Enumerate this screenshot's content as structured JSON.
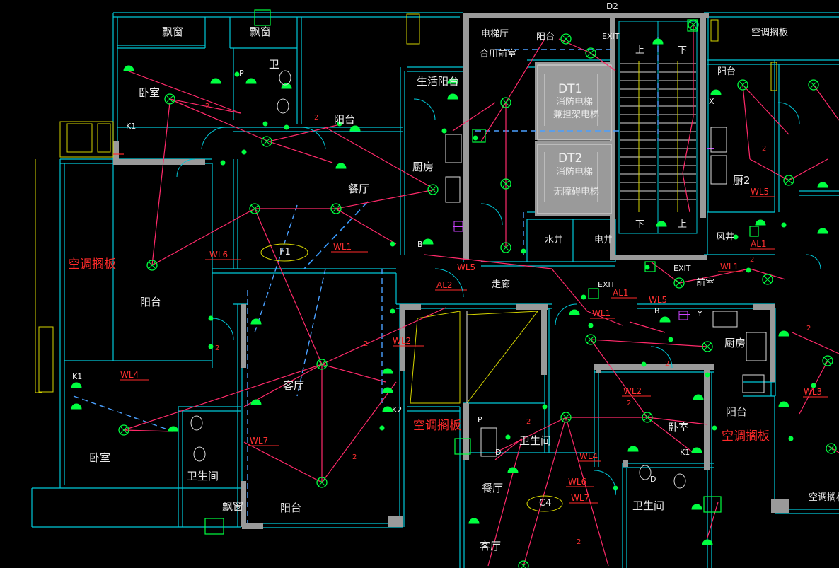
{
  "colors": {
    "background": "#000000",
    "wall": "#00c8d8",
    "wall_fill": "#9a9a9a",
    "wiring": "#ff2a6a",
    "fixture": "#00ff40",
    "circuit": "#ff2a2a",
    "annotation": "#d4d400",
    "dashed": "#4aa0ff",
    "accent": "#cc44ff"
  },
  "drawing": {
    "top_marker": "D2",
    "rooms": [
      "飘窗",
      "飘窗",
      "卧室",
      "卫",
      "阳台",
      "生活阳台",
      "电梯厅",
      "合用前室",
      "阳台",
      "空调搁板",
      "阳台",
      "厨房",
      "餐厅",
      "空调搁板",
      "阳台",
      "客厅",
      "走廊",
      "卧室",
      "卫生间",
      "飘窗",
      "阳台",
      "空调搁板",
      "卫生间",
      "餐厅",
      "客厅",
      "厨房",
      "卧室",
      "阳台",
      "空调搁板",
      "卫生间",
      "空调搁板",
      "厨2",
      "水井",
      "电井",
      "风井",
      "前室",
      "上",
      "下",
      "下",
      "上"
    ],
    "elevators": [
      {
        "id": "DT1",
        "line1": "消防电梯",
        "line2": "兼担架电梯"
      },
      {
        "id": "DT2",
        "line1": "消防电梯",
        "line2": "无障碍电梯"
      }
    ],
    "circuits": [
      "WL6",
      "WL1",
      "WL5",
      "AL2",
      "WL2",
      "WL4",
      "WL7",
      "AL1",
      "WL5",
      "WL1",
      "WL2",
      "WL4",
      "WL6",
      "WL7",
      "WL3",
      "WL5",
      "AL1",
      "WL1"
    ],
    "ovals": [
      "F1",
      "C4"
    ],
    "tags": [
      "EXIT",
      "EXIT",
      "EXIT",
      "K1",
      "K1",
      "K2",
      "K1",
      "B",
      "B",
      "P",
      "P",
      "D",
      "D",
      "X",
      "Y"
    ],
    "wire_counts": [
      "2",
      "2",
      "2",
      "2",
      "2",
      "2",
      "2",
      "2",
      "2",
      "2",
      "2",
      "2"
    ]
  }
}
